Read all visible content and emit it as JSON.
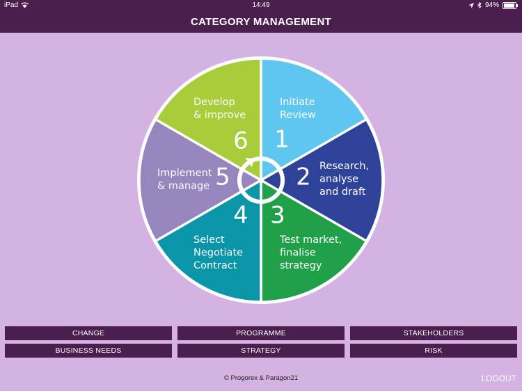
{
  "status_bar": {
    "device": "iPad",
    "time": "14:49",
    "battery": "94%",
    "battery_fraction": 0.94
  },
  "nav": {
    "title": "CATEGORY MANAGEMENT"
  },
  "wheel": {
    "segments": [
      {
        "number": "1",
        "lines": [
          "Initiate",
          "Review"
        ],
        "color": "#5fc6ef"
      },
      {
        "number": "2",
        "lines": [
          "Research,",
          "analyse",
          "and draft"
        ],
        "color": "#2f4299"
      },
      {
        "number": "3",
        "lines": [
          "Test market,",
          "finalise",
          "strategy"
        ],
        "color": "#1fa049"
      },
      {
        "number": "4",
        "lines": [
          "Select",
          "Negotiate",
          "Contract"
        ],
        "color": "#0b95a8"
      },
      {
        "number": "5",
        "lines": [
          "Implement",
          "& manage"
        ],
        "color": "#9686bd"
      },
      {
        "number": "6",
        "lines": [
          "Develop",
          "& improve"
        ],
        "color": "#a8cc3a"
      }
    ]
  },
  "buttons": [
    {
      "label": "CHANGE"
    },
    {
      "label": "PROGRAMME"
    },
    {
      "label": "STAKEHOLDERS"
    },
    {
      "label": "BUSINESS NEEDS"
    },
    {
      "label": "STRATEGY"
    },
    {
      "label": "RISK"
    }
  ],
  "footer": {
    "copyright": "© Progorex & Paragon21"
  },
  "logout": {
    "label": "LOGOUT"
  },
  "colors": {
    "header": "#4a1f4e",
    "background": "#d4b3e3"
  }
}
